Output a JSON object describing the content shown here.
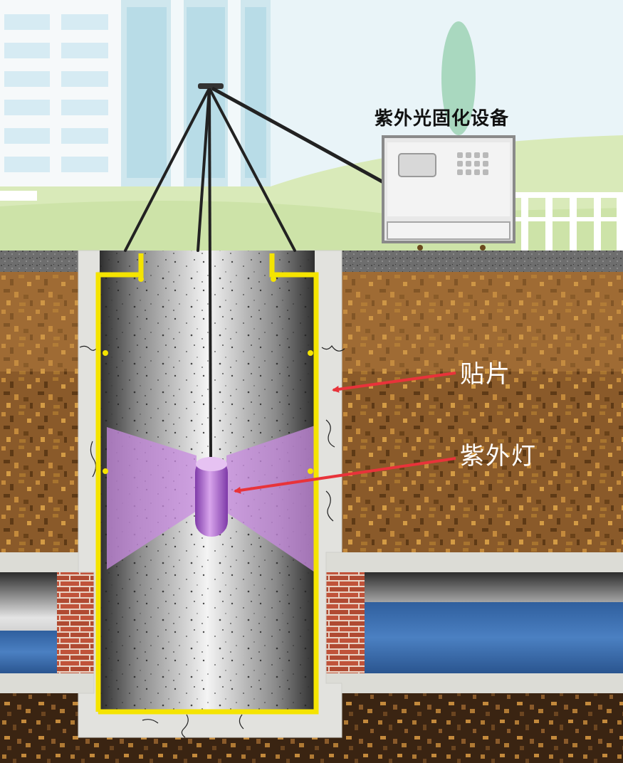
{
  "labels": {
    "equipment": "紫外光固化设备",
    "patch": "贴片",
    "lamp": "紫外灯"
  },
  "colors": {
    "liner": "#f5e400",
    "uv_light": "#c88be0",
    "arrow": "#e8333a",
    "soil": "#8a5a2a",
    "water": "#3f72b4",
    "brick": "#c0533a",
    "concrete": "#e2e2de",
    "sky": "#e8f3f8",
    "grass": "#d6e9b7"
  }
}
